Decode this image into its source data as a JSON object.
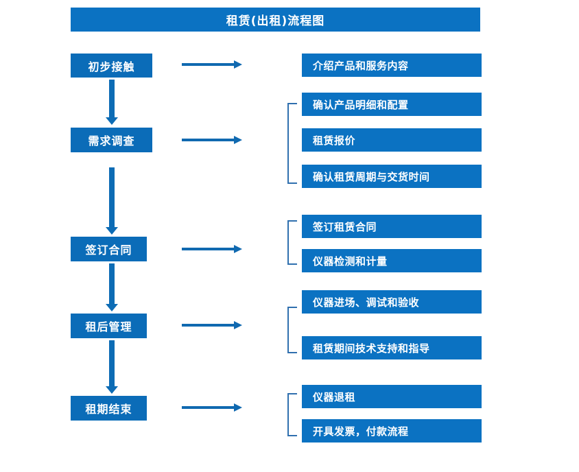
{
  "title": "租赁(出租)流程图",
  "colors": {
    "banner": "#0b72c2",
    "box": "#0b72c2",
    "stage_box": "#0b6cb8",
    "arrow": "#1069b0",
    "bracket": "#2f6fae",
    "text": "#ffffff",
    "background": "#ffffff"
  },
  "stages": [
    {
      "label": "初步接触"
    },
    {
      "label": "需求调查"
    },
    {
      "label": "签订合同"
    },
    {
      "label": "租后管理"
    },
    {
      "label": "租期结束"
    }
  ],
  "task_groups": [
    {
      "bracketed": false,
      "tasks": [
        {
          "label": "介绍产品和服务内容"
        }
      ]
    },
    {
      "bracketed": true,
      "tasks": [
        {
          "label": "确认产品明细和配置"
        },
        {
          "label": "租赁报价"
        },
        {
          "label": "确认租赁周期与交货时间"
        }
      ]
    },
    {
      "bracketed": true,
      "tasks": [
        {
          "label": "签订租赁合同"
        },
        {
          "label": "仪器检测和计量"
        }
      ]
    },
    {
      "bracketed": true,
      "tasks": [
        {
          "label": "仪器进场、调试和验收"
        },
        {
          "label": "租赁期间技术支持和指导"
        }
      ]
    },
    {
      "bracketed": true,
      "tasks": [
        {
          "label": "仪器退租"
        },
        {
          "label": "开具发票，付款流程"
        }
      ]
    }
  ]
}
